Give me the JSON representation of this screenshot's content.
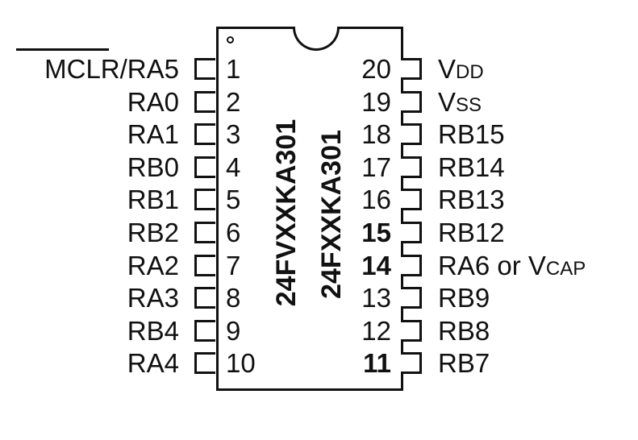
{
  "diagram": {
    "type": "ic-pinout",
    "package_pins": 20,
    "part_names": [
      "24FVXXKA301",
      "24FXXKA301"
    ],
    "left_pins": [
      {
        "number": "1",
        "label": "MCLR/RA5",
        "overbar": "MCLR",
        "bold": false
      },
      {
        "number": "2",
        "label": "RA0",
        "bold": false
      },
      {
        "number": "3",
        "label": "RA1",
        "bold": false
      },
      {
        "number": "4",
        "label": "RB0",
        "bold": false
      },
      {
        "number": "5",
        "label": "RB1",
        "bold": false
      },
      {
        "number": "6",
        "label": "RB2",
        "bold": false
      },
      {
        "number": "7",
        "label": "RA2",
        "bold": false
      },
      {
        "number": "8",
        "label": "RA3",
        "bold": false
      },
      {
        "number": "9",
        "label": "RB4",
        "bold": false
      },
      {
        "number": "10",
        "label": "RA4",
        "bold": false
      }
    ],
    "right_pins": [
      {
        "number": "20",
        "label_main": "V",
        "label_sub": "DD",
        "label_pre": "",
        "bold": false
      },
      {
        "number": "19",
        "label_main": "V",
        "label_sub": "SS",
        "label_pre": "",
        "bold": false
      },
      {
        "number": "18",
        "label_pre": "RB15",
        "label_main": "",
        "label_sub": "",
        "bold": false
      },
      {
        "number": "17",
        "label_pre": "RB14",
        "label_main": "",
        "label_sub": "",
        "bold": false
      },
      {
        "number": "16",
        "label_pre": "RB13",
        "label_main": "",
        "label_sub": "",
        "bold": false
      },
      {
        "number": "15",
        "label_pre": "RB12",
        "label_main": "",
        "label_sub": "",
        "bold": true
      },
      {
        "number": "14",
        "label_pre": "RA6 or ",
        "label_main": "V",
        "label_sub": "CAP",
        "bold": true
      },
      {
        "number": "13",
        "label_pre": "RB9",
        "label_main": "",
        "label_sub": "",
        "bold": false
      },
      {
        "number": "12",
        "label_pre": "RB8",
        "label_main": "",
        "label_sub": "",
        "bold": false
      },
      {
        "number": "11",
        "label_pre": "RB7",
        "label_main": "",
        "label_sub": "",
        "bold": true
      }
    ]
  }
}
